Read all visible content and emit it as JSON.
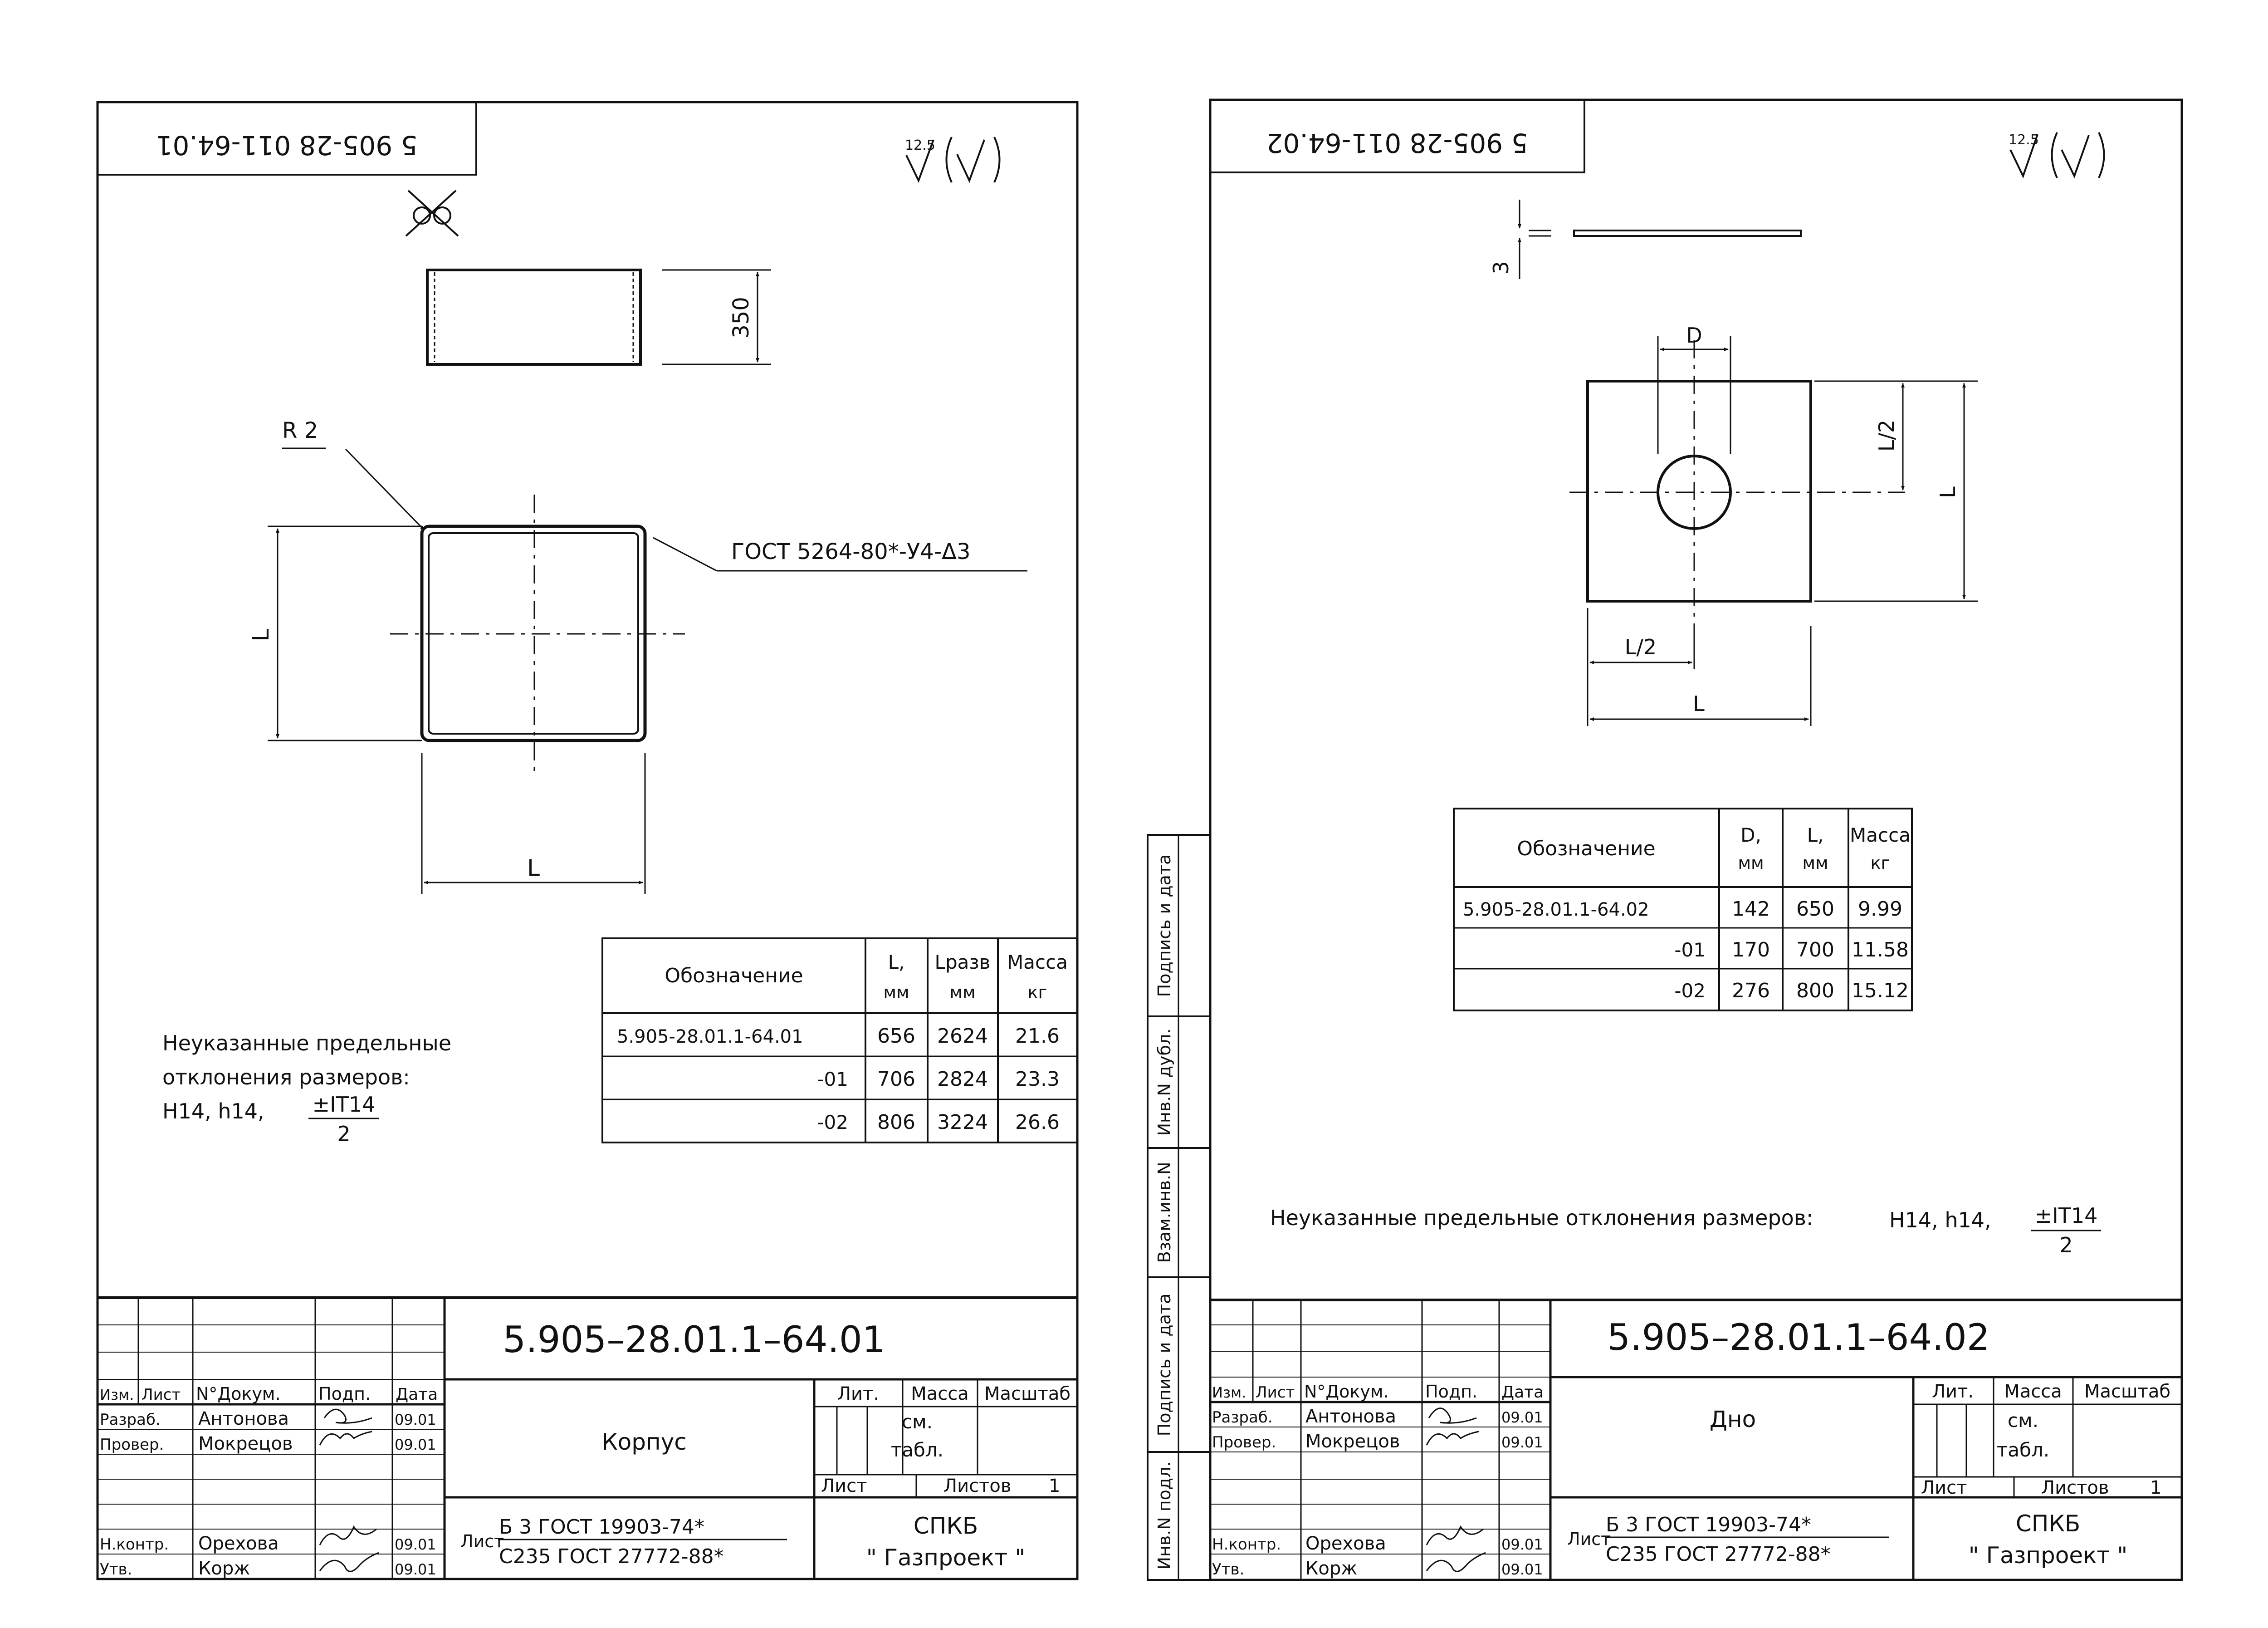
{
  "left_sheet": {
    "stamp_code": "5 905-28 011-64.01",
    "roughness": {
      "value": "12.5"
    },
    "dims": {
      "height": "350",
      "radius": "R 2",
      "l_vertical": "L",
      "l_horizontal": "L"
    },
    "weld_note": "ГОСТ 5264-80*-У4-Δ3",
    "tolerance": {
      "line1": "Неуказанные предельные",
      "line2": "отклонения размеров:",
      "line3": "H14, h14,",
      "frac_num": "±IT14",
      "frac_den": "2"
    },
    "table": {
      "headers": [
        {
          "l1": "Обозначение",
          "l2": ""
        },
        {
          "l1": "L,",
          "l2": "мм"
        },
        {
          "l1": "Lразв",
          "l2": "мм"
        },
        {
          "l1": "Масса",
          "l2": "кг"
        }
      ],
      "rows": [
        [
          "5.905-28.01.1-64.01",
          "656",
          "2624",
          "21.6"
        ],
        [
          "-01",
          "706",
          "2824",
          "23.3"
        ],
        [
          "-02",
          "806",
          "3224",
          "26.6"
        ]
      ]
    },
    "title_block": {
      "code": "5.905–28.01.1–64.01",
      "name": "Корпус",
      "header": [
        "Изм.",
        "Лист",
        "N°Докум.",
        "Подп.",
        "Дата"
      ],
      "lit": "Лит.",
      "mass": "Масса",
      "scale": "Масштаб",
      "mass_val_1": "см.",
      "mass_val_2": "табл.",
      "sheet": "Лист",
      "sheets": "Листов",
      "sheets_val": "1",
      "people": [
        {
          "role": "Разраб.",
          "name": "Антонова",
          "date": "09.01"
        },
        {
          "role": "Провер.",
          "name": "Мокрецов",
          "date": "09.01"
        },
        {
          "role": "Н.контр.",
          "name": "Орехова",
          "date": "09.01"
        },
        {
          "role": "Утв.",
          "name": "Корж",
          "date": "09.01"
        }
      ],
      "material_prefix": "Лист",
      "material_1": "Б 3 ГОСТ 19903-74*",
      "material_2": "С235 ГОСТ 27772-88*",
      "org_1": "СПКБ",
      "org_2": "\" Газпроект \""
    }
  },
  "right_sheet": {
    "stamp_code": "5 905-28 011-64.02",
    "roughness": {
      "value": "12.5"
    },
    "dims": {
      "thickness": "3",
      "d": "D",
      "l_half_v": "L/2",
      "l_v": "L",
      "l_half_h": "L/2",
      "l_h": "L"
    },
    "tolerance": {
      "line1": "Неуказанные предельные отклонения размеров:",
      "line3": "H14, h14,",
      "frac_num": "±IT14",
      "frac_den": "2"
    },
    "table": {
      "headers": [
        {
          "l1": "Обозначение",
          "l2": ""
        },
        {
          "l1": "D,",
          "l2": "мм"
        },
        {
          "l1": "L,",
          "l2": "мм"
        },
        {
          "l1": "Масса",
          "l2": "кг"
        }
      ],
      "rows": [
        [
          "5.905-28.01.1-64.02",
          "142",
          "650",
          "9.99"
        ],
        [
          "-01",
          "170",
          "700",
          "11.58"
        ],
        [
          "-02",
          "276",
          "800",
          "15.12"
        ]
      ]
    },
    "side_labels": [
      "Подпись и дата",
      "Инв.N дубл.",
      "Взам.инв.N",
      "Подпись и дата",
      "Инв.N подл."
    ],
    "title_block": {
      "code": "5.905–28.01.1–64.02",
      "name": "Дно",
      "header": [
        "Изм.",
        "Лист",
        "N°Докум.",
        "Подп.",
        "Дата"
      ],
      "lit": "Лит.",
      "mass": "Масса",
      "scale": "Масштаб",
      "mass_val_1": "см.",
      "mass_val_2": "табл.",
      "sheet": "Лист",
      "sheets": "Листов",
      "sheets_val": "1",
      "people": [
        {
          "role": "Разраб.",
          "name": "Антонова",
          "date": "09.01"
        },
        {
          "role": "Провер.",
          "name": "Мокрецов",
          "date": "09.01"
        },
        {
          "role": "Н.контр.",
          "name": "Орехова",
          "date": "09.01"
        },
        {
          "role": "Утв.",
          "name": "Корж",
          "date": "09.01"
        }
      ],
      "material_prefix": "Лист",
      "material_1": "Б 3 ГОСТ 19903-74*",
      "material_2": "С235 ГОСТ 27772-88*",
      "org_1": "СПКБ",
      "org_2": "\" Газпроект \""
    }
  }
}
